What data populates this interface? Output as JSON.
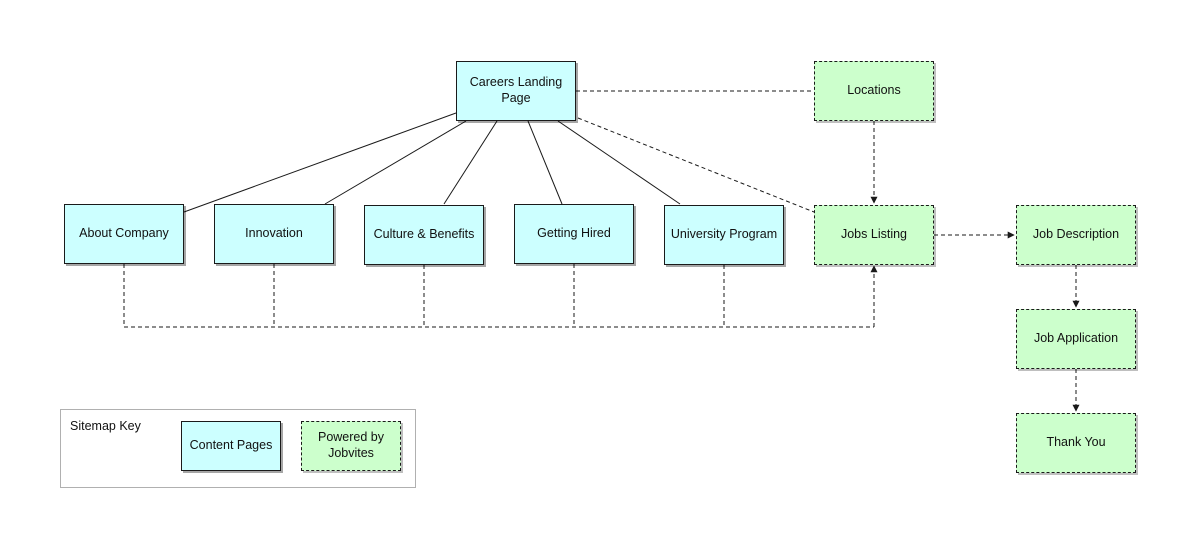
{
  "nodes": {
    "careers_landing": "Careers Landing Page",
    "about_company": "About Company",
    "innovation": "Innovation",
    "culture_benefits": "Culture & Benefits",
    "getting_hired": "Getting Hired",
    "university_program": "University Program",
    "locations": "Locations",
    "jobs_listing": "Jobs Listing",
    "job_description": "Job Description",
    "job_application": "Job Application",
    "thank_you": "Thank You"
  },
  "legend": {
    "title": "Sitemap Key",
    "content_pages": "Content Pages",
    "powered_by": "Powered by Jobvites"
  },
  "colors": {
    "content_page_fill": "#ccffff",
    "jobvite_page_fill": "#ccffcc",
    "line": "#1a1a1a"
  }
}
